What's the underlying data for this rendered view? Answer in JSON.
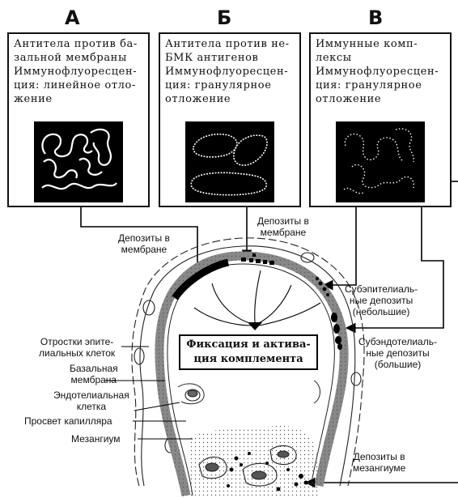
{
  "columns": [
    {
      "letter": "А",
      "text": "Антитела против ба-\nзальной мембраны\nИммунофлуоресцен-\nция: линейное отло-\nжение"
    },
    {
      "letter": "Б",
      "text": "Антитела против не-\nБМК антигенов\nИммунофлуоресцен-\nция: гранулярное\nотложение"
    },
    {
      "letter": "В",
      "text": "Иммунные комп-\nлексы\nИммунофлуоресцен-\nция: гранулярное\nотложение"
    }
  ],
  "labels": {
    "deposits_membrane_left": "Депозиты в\nмембране",
    "deposits_membrane_top": "Депозиты в\nмембране",
    "subepithelial": "Субэпителиаль-\nные депозиты\n(небольшие)",
    "subendothelial": "Субэндотелиаль-\nные депозиты\n(большие)",
    "epithelial_processes": "Отростки эпите-\nлиальных клеток",
    "basal_membrane": "Базальная\nмембрана",
    "endothelial_cell": "Эндотелиальная\nклетка",
    "capillary_lumen": "Просвет капилляра",
    "mesangium": "Мезангиум",
    "deposits_mesangium": "Депозиты в\nмезангиуме"
  },
  "center_box": {
    "line1": "Фиксация и актива-",
    "line2": "ция комплемента"
  }
}
